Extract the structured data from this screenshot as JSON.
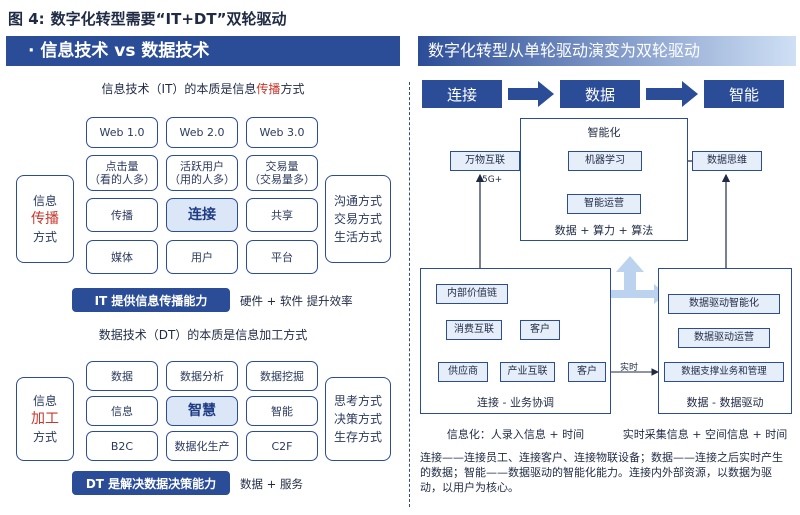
{
  "figure": {
    "label": "图 4:",
    "title": "数字化转型需要“IT+DT”双轮驱动"
  },
  "left": {
    "banner": "· 信息技术 vs 数据技术",
    "it": {
      "subtitle_pre": "信息技术（IT）的本质是信息",
      "subtitle_em": "传播",
      "subtitle_post": "方式",
      "grid": [
        [
          "Web 1.0",
          "Web 2.0",
          "Web 3.0"
        ],
        [
          "点击量\n（看的人多）",
          "活跃用户\n（用的人多）",
          "交易量\n（交易量多）"
        ],
        [
          "传播",
          "连接",
          "共享"
        ],
        [
          "媒体",
          "用户",
          "平台"
        ]
      ],
      "side_left": {
        "top": "信息",
        "mid": "传播",
        "bottom": "方式"
      },
      "side_right": [
        "沟通方式",
        "交易方式",
        "生活方式"
      ],
      "bar": "IT 提供信息传播能力",
      "bar_note": "硬件 + 软件 提升效率"
    },
    "dt": {
      "subtitle": "数据技术（DT）的本质是信息加工方式",
      "grid": [
        [
          "数据",
          "数据分析",
          "数据挖掘"
        ],
        [
          "信息",
          "智慧",
          "智能"
        ],
        [
          "B2C",
          "数据化生产",
          "C2F"
        ]
      ],
      "side_left": {
        "top": "信息",
        "mid": "加工",
        "bottom": "方式"
      },
      "side_right": [
        "思考方式",
        "决策方式",
        "生存方式"
      ],
      "bar": "DT 是解决数据决策能力",
      "bar_note": "数据 + 服务"
    }
  },
  "right": {
    "banner": "数字化转型从单轮驱动演变为双轮驱动",
    "stages": [
      "连接",
      "数据",
      "智能"
    ],
    "top_box": {
      "title": "智能化",
      "center": "机器学习",
      "left_out": "万物互联",
      "right_out": "数据思维",
      "bottom_node": "智能运营",
      "formula": "数据 + 算力 + 算法",
      "tag": "5G+"
    },
    "left_box": {
      "n1": "内部价值链",
      "n2": "消费互联",
      "n2b": "客户",
      "n3": "供应商",
      "n3b": "产业互联",
      "n3c": "客户",
      "caption": "连接 - 业务协调"
    },
    "realtime": "实时",
    "right_box": {
      "n1": "数据驱动智能化",
      "n2": "数据驱动运营",
      "n3": "数据支撑业务和管理",
      "caption": "数据 - 数据驱动"
    },
    "bottom_left": "信息化：人录入信息 + 时间",
    "bottom_right": "实时采集信息 + 空间信息 + 时间",
    "footnote": "连接——连接员工、连接客户、连接物联设备；数据——连接之后实时产生的数据；智能——数据驱动的智能化能力。连接内外部资源，以数据为驱动，以用户为核心。"
  }
}
